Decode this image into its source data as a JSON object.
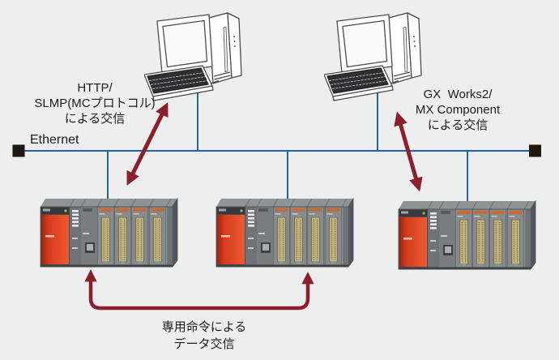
{
  "colors": {
    "background": "#edeeee",
    "ethernet_line": "#1f64ae",
    "terminator": "#20180f",
    "arrow": "#8c1f2b",
    "plc_power_red": "#e04424",
    "text": "#1b1b1b"
  },
  "ethernet": {
    "label": "Ethernet"
  },
  "annotations": {
    "left_pc_comm": {
      "line1": "HTTP/",
      "line2": "SLMP(MCプロトコル)",
      "line3": "による交信"
    },
    "right_pc_comm": {
      "line1": "GX  Works2/",
      "line2": "MX Component",
      "line3": "による交信"
    },
    "plc_to_plc_comm": {
      "line1": "専用命令による",
      "line2": "データ交信"
    }
  },
  "icons": {
    "desktop_pc": "desktop-computer-icon",
    "plc": "plc-rack-icon",
    "terminator": "bus-terminator-icon"
  },
  "devices": {
    "computers": 2,
    "plc_racks": 3
  }
}
